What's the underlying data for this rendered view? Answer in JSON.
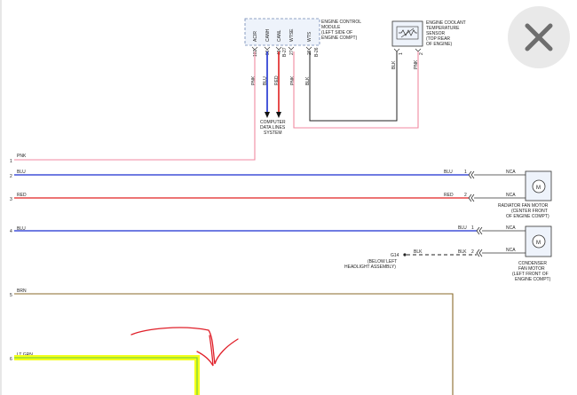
{
  "colors": {
    "pnk": "#f08aa0",
    "blu": "#1a2fd0",
    "red": "#e02020",
    "brn": "#8a6a2a",
    "lt_grn": "#7fd33a",
    "highlight": "#f4ff1a",
    "blk": "#222222",
    "annotation": "#e0202a",
    "close_bg": "#e9e9e9",
    "close_x": "#6e6e6e"
  },
  "ecm": {
    "label_lines": [
      "ENGINE CONTROL",
      "MODULE",
      "(LEFT SIDE OF",
      "ENGINE COMPT)"
    ],
    "pins": [
      {
        "name": "ACIR",
        "num": "102",
        "conn": "",
        "wire": "PNK"
      },
      {
        "name": "CANH",
        "num": "96",
        "conn": "",
        "wire": "BLU"
      },
      {
        "name": "CANL",
        "num": "49",
        "conn": "B-27",
        "wire": "RED"
      },
      {
        "name": "WTSE",
        "num": "27",
        "conn": "",
        "wire": "PNK"
      },
      {
        "name": "WTS",
        "num": "26",
        "conn": "B-26",
        "wire": "BLK"
      }
    ]
  },
  "coolant_sensor": {
    "label_lines": [
      "ENGINE COOLANT",
      "TEMPERATURE",
      "SENSOR",
      "(TOP REAR",
      "OF ENGINE)"
    ],
    "pins": [
      {
        "num": "1",
        "wire": "BLK"
      },
      {
        "num": "2",
        "wire": "PNK"
      }
    ]
  },
  "data_lines": {
    "label_lines": [
      "COMPUTER",
      "DATA LINES",
      "SYSTEM"
    ]
  },
  "lines": [
    {
      "num": "1",
      "wire": "PNK",
      "right_label": "",
      "right_pin": "",
      "nca": ""
    },
    {
      "num": "2",
      "wire": "BLU",
      "right_label": "BLU",
      "right_pin": "1",
      "nca": "NCA"
    },
    {
      "num": "3",
      "wire": "RED",
      "right_label": "RED",
      "right_pin": "2",
      "nca": "NCA"
    },
    {
      "num": "4",
      "wire": "BLU",
      "right_label": "BLU",
      "right_pin": "1",
      "nca": "NCA"
    },
    {
      "num": "5",
      "wire": "BRN",
      "right_label": "",
      "right_pin": "",
      "nca": ""
    },
    {
      "num": "6",
      "wire": "LT GRN",
      "right_label": "",
      "right_pin": "",
      "nca": ""
    }
  ],
  "radiator_motor": {
    "symbol": "M",
    "label_lines": [
      "RADIATOR FAN MOTOR",
      "(CENTER FRONT",
      "OF ENGINE COMPT)"
    ]
  },
  "condenser_motor": {
    "symbol": "M",
    "label_lines": [
      "CONDENSER",
      "FAN MOTOR",
      "(LEFT FRONT OF",
      "ENGINE COMPT)"
    ],
    "ground_wire": {
      "wire": "BLK",
      "pin": "2",
      "nca": "NCA"
    }
  },
  "ground": {
    "id": "G14",
    "wire": "BLK",
    "label_lines": [
      "(BELOW LEFT",
      "HEADLIGHT ASSEMBLY)"
    ]
  },
  "close_icon": "close-icon"
}
